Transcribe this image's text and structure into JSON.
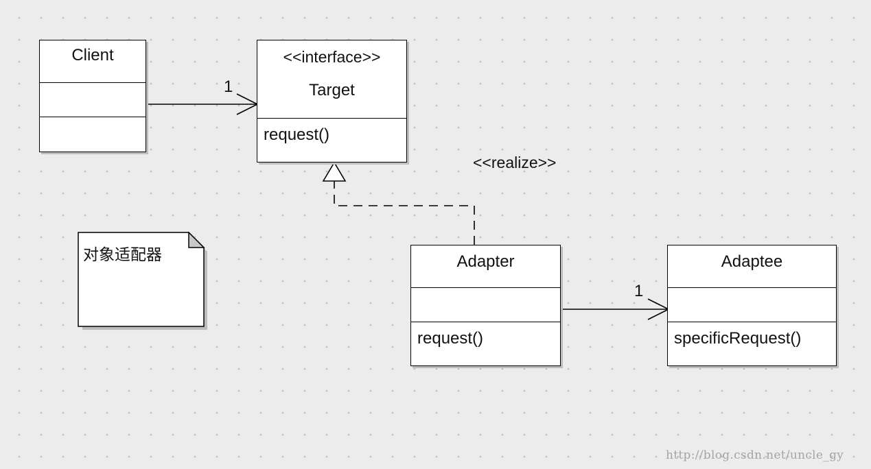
{
  "classes": {
    "client": {
      "name": "Client"
    },
    "target": {
      "stereotype": "<<interface>>",
      "name": "Target",
      "operation": "request()"
    },
    "adapter": {
      "name": "Adapter",
      "operation": "request()"
    },
    "adaptee": {
      "name": "Adaptee",
      "operation": "specificRequest()"
    }
  },
  "associations": {
    "client_target_multiplicity": "1",
    "adapter_adaptee_multiplicity": "1"
  },
  "realization": {
    "label": "<<realize>>"
  },
  "note": {
    "text": "对象适配器"
  },
  "watermark": "http://blog.csdn.net/uncle_gy"
}
